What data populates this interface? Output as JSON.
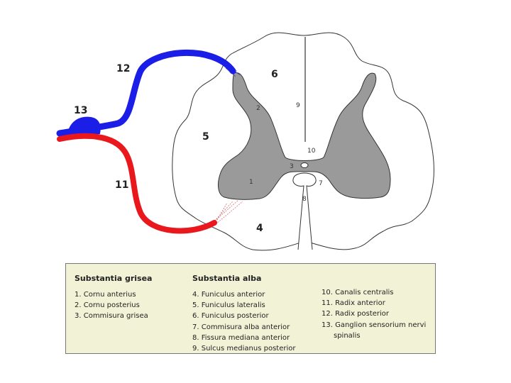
{
  "labels": {
    "l1": "1",
    "l2": "2",
    "l3": "3",
    "l4": "4",
    "l5": "5",
    "l6": "6",
    "l7": "7",
    "l8": "8",
    "l9": "9",
    "l10": "10",
    "l11": "11",
    "l12": "12",
    "l13": "13"
  },
  "colors": {
    "radix_anterior": "#e8181d",
    "radix_posterior": "#1a1ee6",
    "substantia_grisea": "#9a9a9a",
    "legend_background": "#f2f3d6"
  },
  "legend": {
    "grisea": {
      "heading": "Substantia grisea",
      "items": [
        "1. Cornu anterius",
        "2. Cornu posterius",
        "3. Commisura grisea"
      ]
    },
    "alba": {
      "heading": "Substantia alba",
      "items": [
        "4. Funiculus anterior",
        "5. Funiculus lateralis",
        "6. Funiculus posterior",
        "7. Commisura alba anterior",
        "8. Fissura mediana anterior",
        "9. Sulcus medianus posterior"
      ]
    },
    "other": {
      "items": [
        "10. Canalis centralis",
        "11. Radix anterior",
        "12. Radix posterior",
        "13. Ganglion sensorium nervi",
        "spinalis"
      ]
    }
  }
}
